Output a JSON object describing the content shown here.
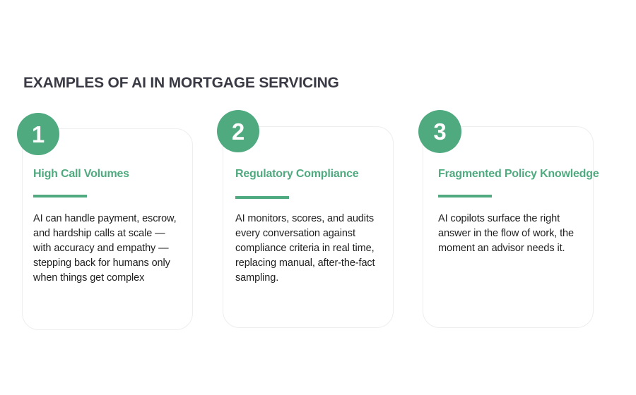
{
  "heading": "EXAMPLES OF AI IN MORTGAGE SERVICING",
  "accent_color": "#4faa7f",
  "cards": [
    {
      "number": "1",
      "title": "High Call Volumes",
      "description": "AI can handle payment, escrow, and hardship calls at scale — with accuracy and empathy — stepping back for humans only when things get complex"
    },
    {
      "number": "2",
      "title": "Regulatory Compliance",
      "description": "AI monitors, scores, and audits every conversation against compliance criteria in real time, replacing manual, after-the-fact sampling."
    },
    {
      "number": "3",
      "title": "Fragmented Policy Knowledge",
      "description": "AI copilots surface the right answer in the flow of work, the moment an advisor needs it."
    }
  ]
}
